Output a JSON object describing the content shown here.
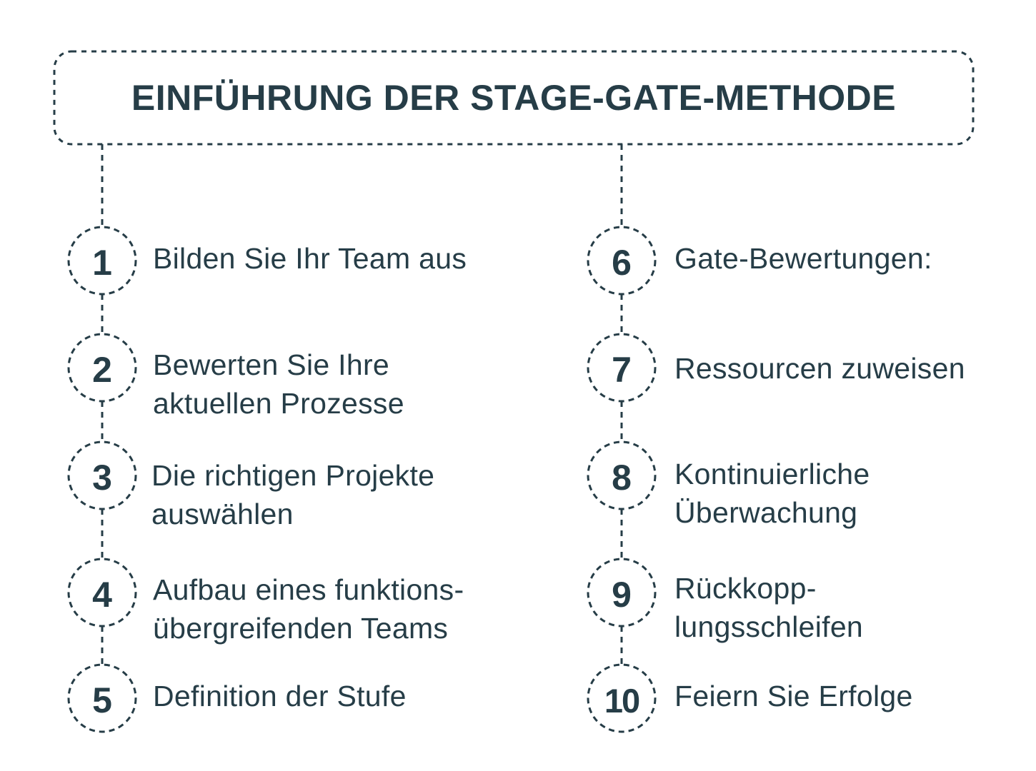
{
  "title": "EINFÜHRUNG DER STAGE-GATE-METHODE",
  "colors": {
    "text": "#263d47",
    "line": "#263d47",
    "background": "#ffffff"
  },
  "steps_left": [
    {
      "number": "1",
      "line1": "Bilden Sie Ihr Team aus",
      "line2": ""
    },
    {
      "number": "2",
      "line1": "Bewerten Sie Ihre",
      "line2": "aktuellen Prozesse"
    },
    {
      "number": "3",
      "line1": "Die richtigen Projekte",
      "line2": "auswählen"
    },
    {
      "number": "4",
      "line1": "Aufbau eines funktions-",
      "line2": "übergreifenden Teams"
    },
    {
      "number": "5",
      "line1": "Definition der Stufe",
      "line2": ""
    }
  ],
  "steps_right": [
    {
      "number": "6",
      "line1": "Gate-Bewertungen:",
      "line2": ""
    },
    {
      "number": "7",
      "line1": "Ressourcen zuweisen",
      "line2": ""
    },
    {
      "number": "8",
      "line1": "Kontinuierliche",
      "line2": "Überwachung"
    },
    {
      "number": "9",
      "line1": "Rückkopp-",
      "line2": "lungsschleifen"
    },
    {
      "number": "10",
      "line1": "Feiern Sie Erfolge",
      "line2": ""
    }
  ]
}
